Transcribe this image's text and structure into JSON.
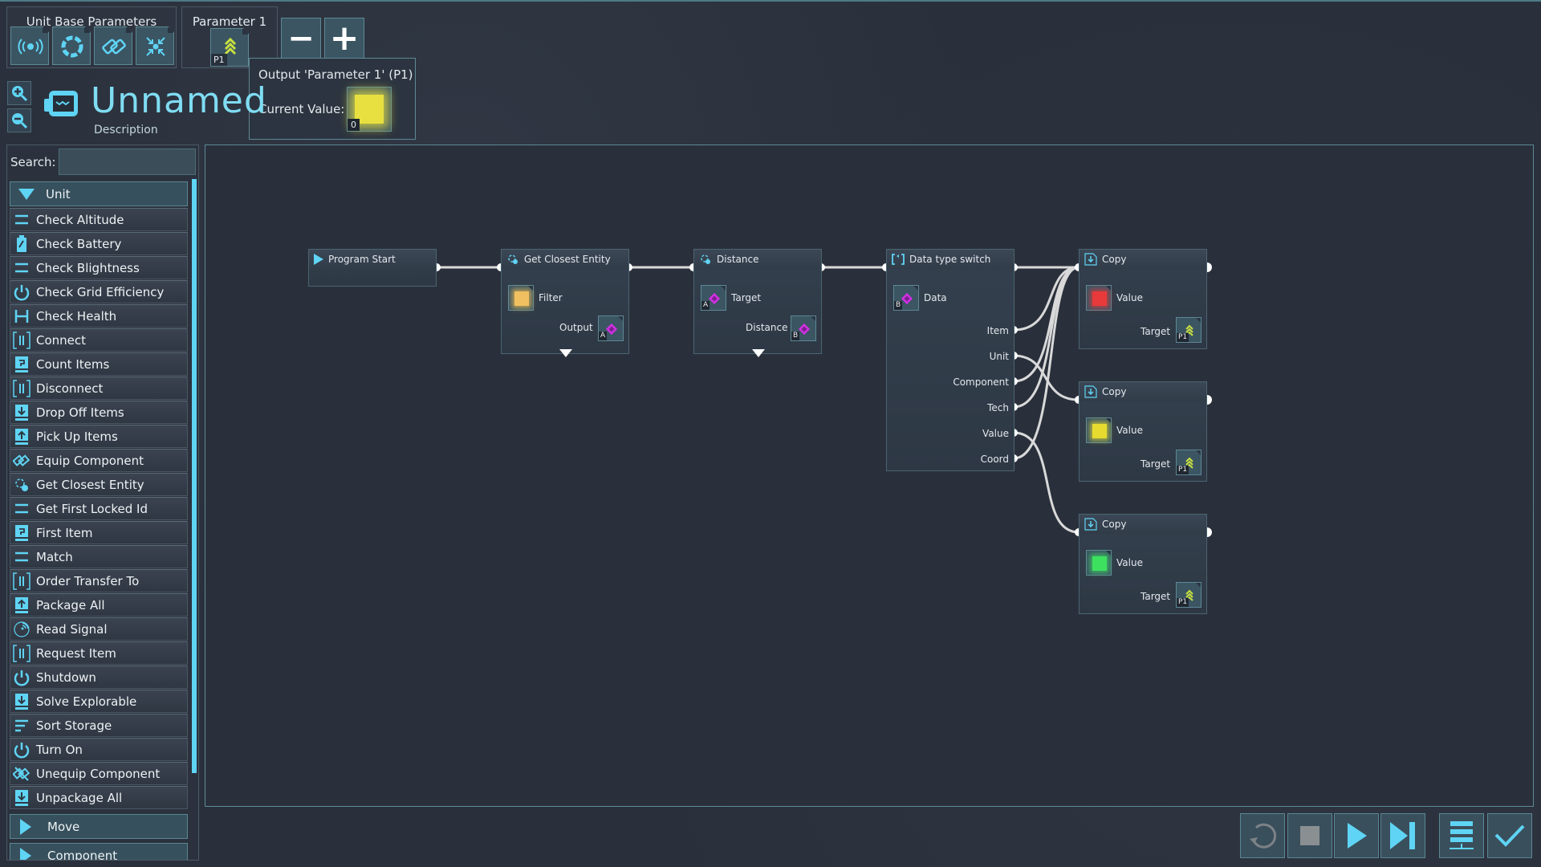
{
  "unit_base_parameters": {
    "title": "Unit Base Parameters",
    "icons": [
      "signal-icon",
      "aperture-icon",
      "link-icon",
      "collapse-icon"
    ]
  },
  "parameter_group": {
    "title": "Parameter 1",
    "badge": "P1",
    "remove_label": "−",
    "add_label": "+"
  },
  "tooltip": {
    "title": "Output 'Parameter 1' (P1)",
    "value_label": "Current Value:",
    "value_badge": "0",
    "value_color": "#e8e040"
  },
  "header": {
    "name": "Unnamed",
    "description": "Description"
  },
  "search": {
    "label": "Search:",
    "value": "",
    "placeholder": ""
  },
  "sidebar": {
    "category_open": "Unit",
    "items": [
      {
        "label": "Check Altitude",
        "icon": "lines-icon"
      },
      {
        "label": "Check Battery",
        "icon": "battery-icon"
      },
      {
        "label": "Check Blightness",
        "icon": "lines-icon"
      },
      {
        "label": "Check Grid Efficiency",
        "icon": "power-icon"
      },
      {
        "label": "Check Health",
        "icon": "health-icon"
      },
      {
        "label": "Connect",
        "icon": "transfer-icon"
      },
      {
        "label": "Count Items",
        "icon": "question-box-icon"
      },
      {
        "label": "Disconnect",
        "icon": "transfer-icon"
      },
      {
        "label": "Drop Off Items",
        "icon": "download-icon"
      },
      {
        "label": "Pick Up Items",
        "icon": "upload-icon"
      },
      {
        "label": "Equip Component",
        "icon": "link-icon"
      },
      {
        "label": "Get Closest Entity",
        "icon": "target-icon"
      },
      {
        "label": "Get First Locked Id",
        "icon": "lines-icon"
      },
      {
        "label": "First Item",
        "icon": "question-box-icon"
      },
      {
        "label": "Match",
        "icon": "lines-icon"
      },
      {
        "label": "Order Transfer To",
        "icon": "transfer-icon"
      },
      {
        "label": "Package All",
        "icon": "upload-icon"
      },
      {
        "label": "Read Signal",
        "icon": "radar-icon"
      },
      {
        "label": "Request Item",
        "icon": "transfer-icon"
      },
      {
        "label": "Shutdown",
        "icon": "power-icon"
      },
      {
        "label": "Solve Explorable",
        "icon": "download-icon"
      },
      {
        "label": "Sort Storage",
        "icon": "sort-icon"
      },
      {
        "label": "Turn On",
        "icon": "power-icon"
      },
      {
        "label": "Unequip Component",
        "icon": "unlink-icon"
      },
      {
        "label": "Unpackage All",
        "icon": "download-icon"
      }
    ],
    "collapsed_categories": [
      "Move",
      "Component"
    ]
  },
  "graph": {
    "nodes": {
      "program_start": {
        "title": "Program Start"
      },
      "get_closest_entity": {
        "title": "Get Closest Entity",
        "in_label": "Filter",
        "out_label": "Output",
        "out_badge": "A",
        "filter_color": "#f0c060"
      },
      "distance": {
        "title": "Distance",
        "in_label": "Target",
        "in_badge": "A",
        "out_label": "Distance",
        "out_badge": "B"
      },
      "data_type_switch": {
        "title": "Data type switch",
        "in_label": "Data",
        "in_badge": "B",
        "outputs": [
          "Item",
          "Unit",
          "Component",
          "Tech",
          "Value",
          "Coord"
        ]
      },
      "copy_nodes": [
        {
          "title": "Copy",
          "value_label": "Value",
          "target_label": "Target",
          "target_badge": "P1",
          "value_color": "#e83a3a"
        },
        {
          "title": "Copy",
          "value_label": "Value",
          "target_label": "Target",
          "target_badge": "P1",
          "value_color": "#e6dc30"
        },
        {
          "title": "Copy",
          "value_label": "Value",
          "target_label": "Target",
          "target_badge": "P1",
          "value_color": "#3ee060"
        }
      ]
    },
    "connections": [
      {
        "from": "Program Start",
        "to": "Get Closest Entity"
      },
      {
        "from": "Get Closest Entity",
        "to": "Distance"
      },
      {
        "from": "Distance",
        "to": "Data type switch"
      },
      {
        "from": "Data type switch",
        "to": "Copy 1"
      },
      {
        "from": "Item",
        "to": "Copy 1"
      },
      {
        "from": "Component",
        "to": "Copy 1"
      },
      {
        "from": "Tech",
        "to": "Copy 1"
      },
      {
        "from": "Coord",
        "to": "Copy 1"
      },
      {
        "from": "Unit",
        "to": "Copy 2"
      },
      {
        "from": "Value",
        "to": "Copy 3"
      }
    ]
  },
  "toolbar": {
    "buttons": [
      "undo-icon",
      "stop-icon",
      "play-icon",
      "step-icon",
      "server-icon",
      "confirm-icon"
    ]
  },
  "colors": {
    "accent": "#5fd4f4",
    "parameter_arrow": "#c8e040",
    "register_diamond": "#d030e0"
  }
}
